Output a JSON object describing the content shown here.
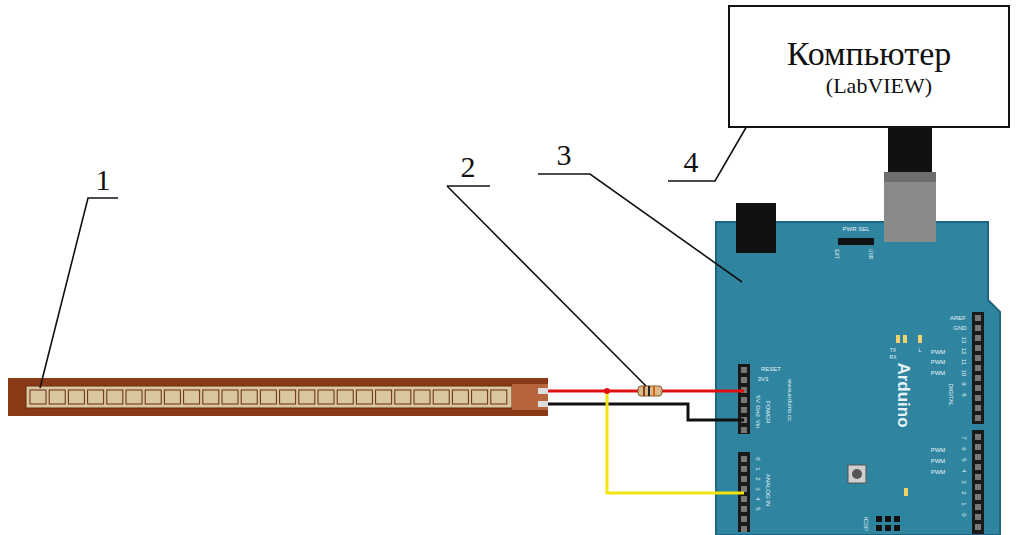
{
  "diagram": {
    "nodes": [
      {
        "text": [
          "Компьютер",
          "(LabVIEW)"
        ]
      },
      {
        "text": [
          "Arduino"
        ]
      }
    ],
    "edges": [
      {
        "from": 1,
        "to": 0,
        "arrow": "none"
      }
    ],
    "labels": [
      "1",
      "2",
      "3",
      "4",
      "PWR SEL",
      "EXT",
      "USB",
      "RESET",
      "3V3",
      "5V",
      "Gnd",
      "Vin",
      "POWER",
      "www.arduino.cc",
      "ANALOG IN",
      "0",
      "1",
      "2",
      "3",
      "4",
      "5",
      "AREF",
      "GND",
      "13",
      "12",
      "11",
      "10",
      "9",
      "8",
      "7",
      "6",
      "5",
      "4",
      "3",
      "2",
      "1",
      "0",
      "TX",
      "RX",
      "L",
      "PWM",
      "PWM",
      "PWM",
      "PWM",
      "PWM",
      "PWM",
      "DIGITAL",
      "ICSP"
    ]
  }
}
